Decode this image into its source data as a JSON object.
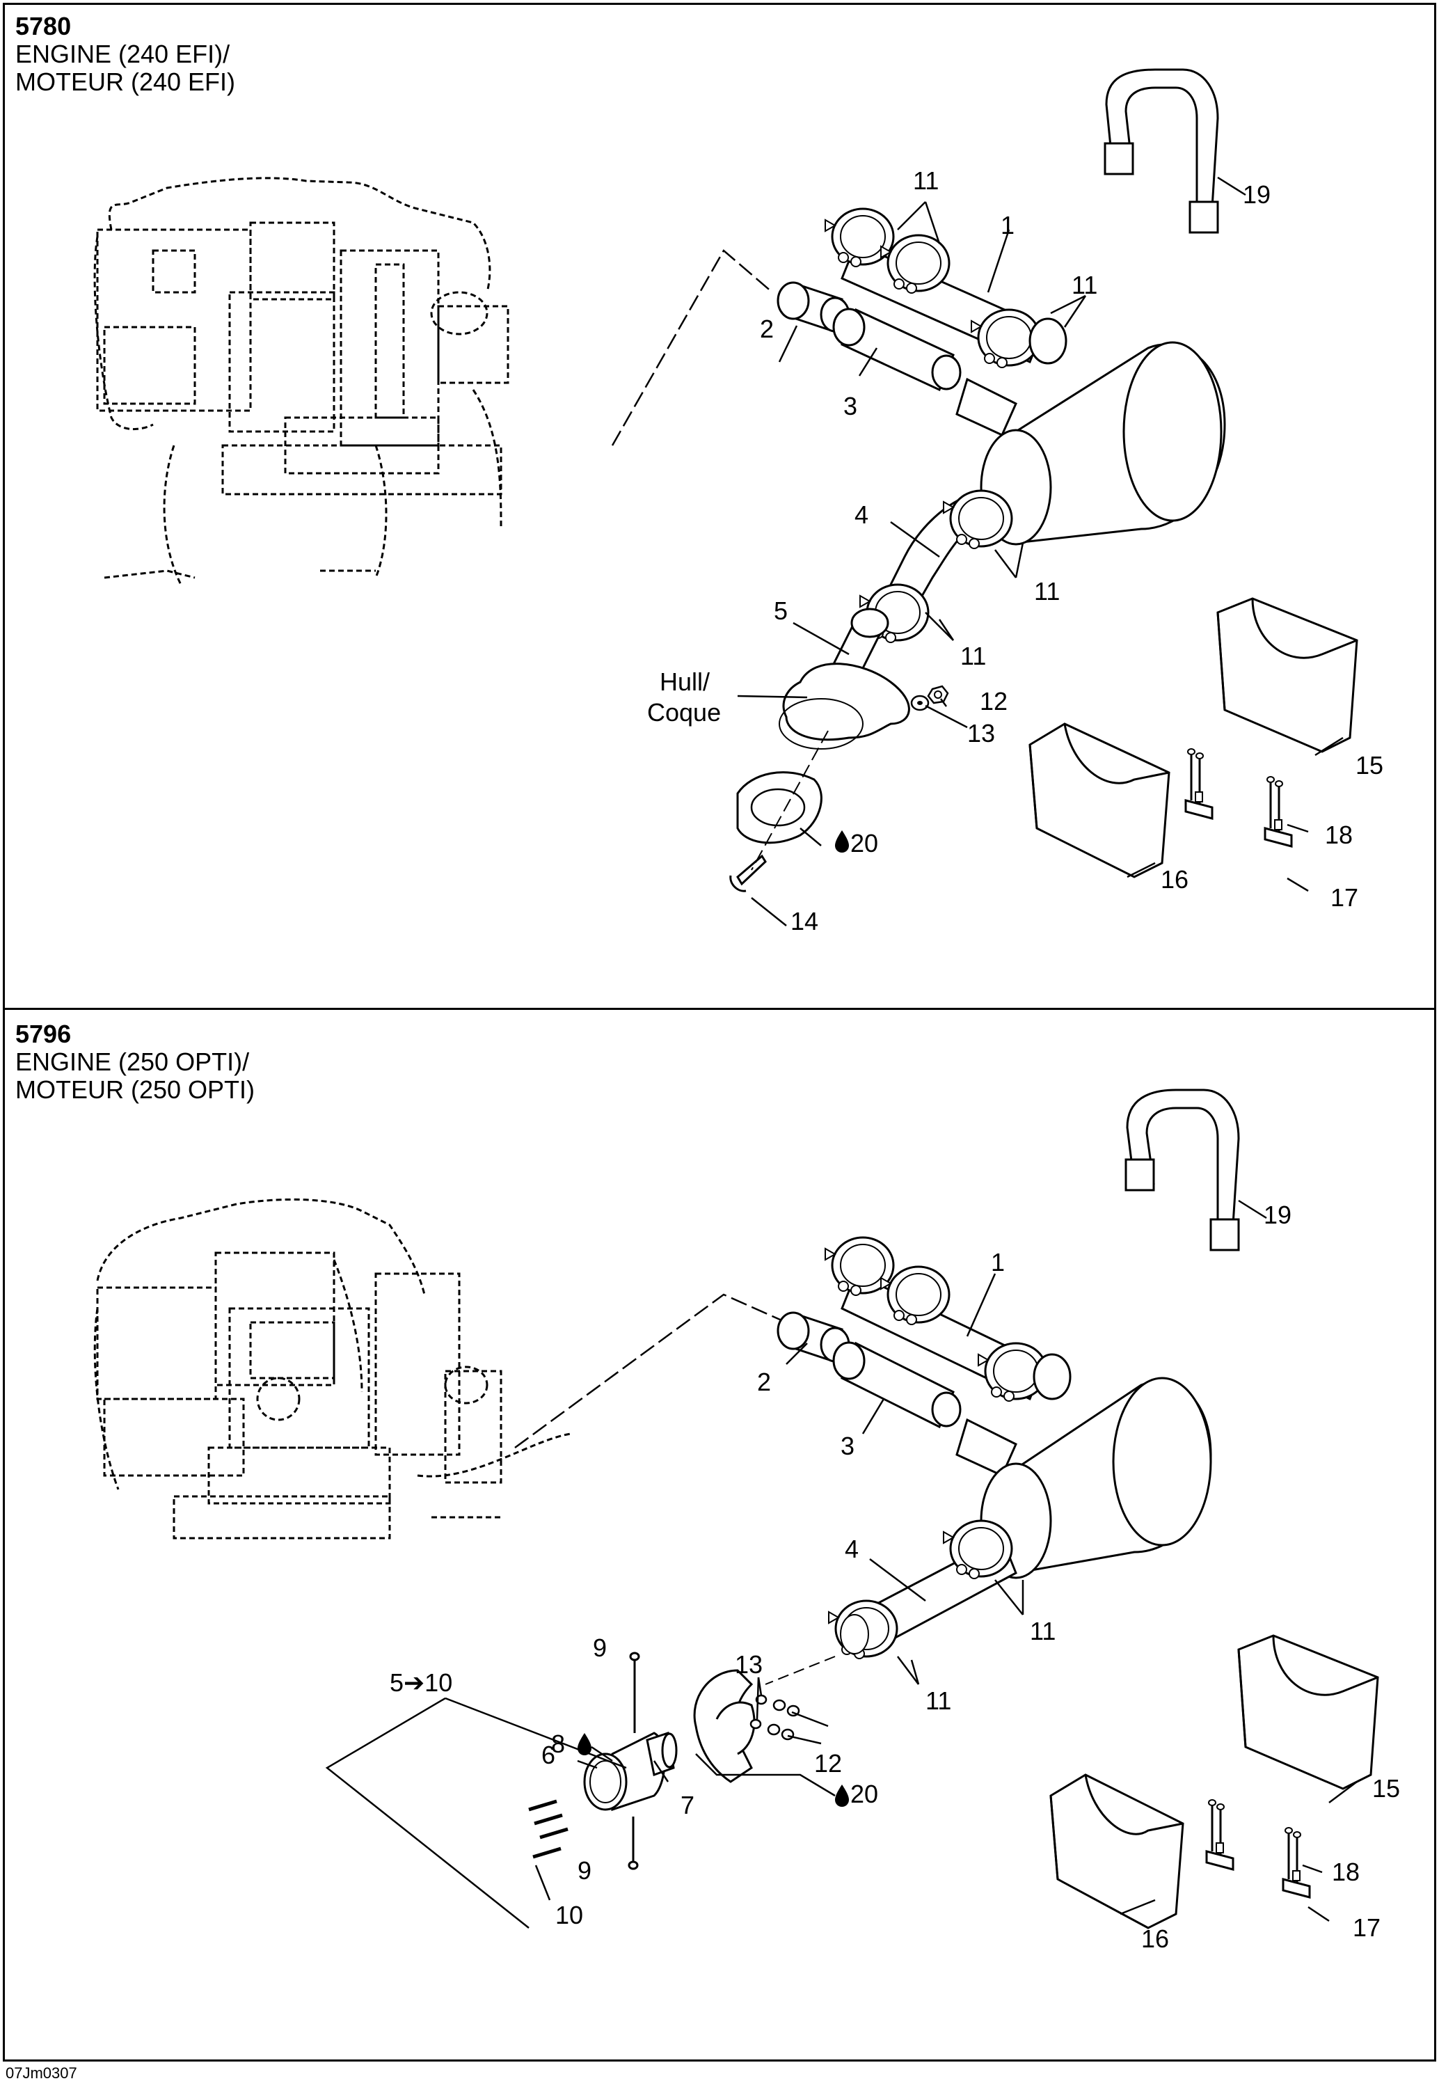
{
  "panels": [
    {
      "code": "5780",
      "title_line1": "ENGINE (240 EFI)/",
      "title_line2": "MOTEUR (240 EFI)",
      "callouts": {
        "c1": "1",
        "c2": "2",
        "c3": "3",
        "c4": "4",
        "c5": "5",
        "c11a": "11",
        "c11b": "11",
        "c11c": "11",
        "c11d": "11",
        "c12": "12",
        "c13": "13",
        "c14": "14",
        "c15": "15",
        "c16": "16",
        "c17": "17",
        "c18": "18",
        "c19": "19",
        "c20": "20",
        "hull1": "Hull/",
        "hull2": "Coque"
      }
    },
    {
      "code": "5796",
      "title_line1": "ENGINE (250 OPTI)/",
      "title_line2": "MOTEUR (250 OPTI)",
      "callouts": {
        "c1": "1",
        "c2": "2",
        "c3": "3",
        "c4": "4",
        "c5to10": "5➔10",
        "c6": "6",
        "c7": "7",
        "c8": "8",
        "c9a": "9",
        "c9b": "9",
        "c10": "10",
        "c11a": "11",
        "c11b": "11",
        "c12": "12",
        "c13": "13",
        "c15": "15",
        "c16": "16",
        "c17": "17",
        "c18": "18",
        "c19": "19",
        "c20": "20"
      }
    }
  ],
  "footer_code": "07Jm0307"
}
